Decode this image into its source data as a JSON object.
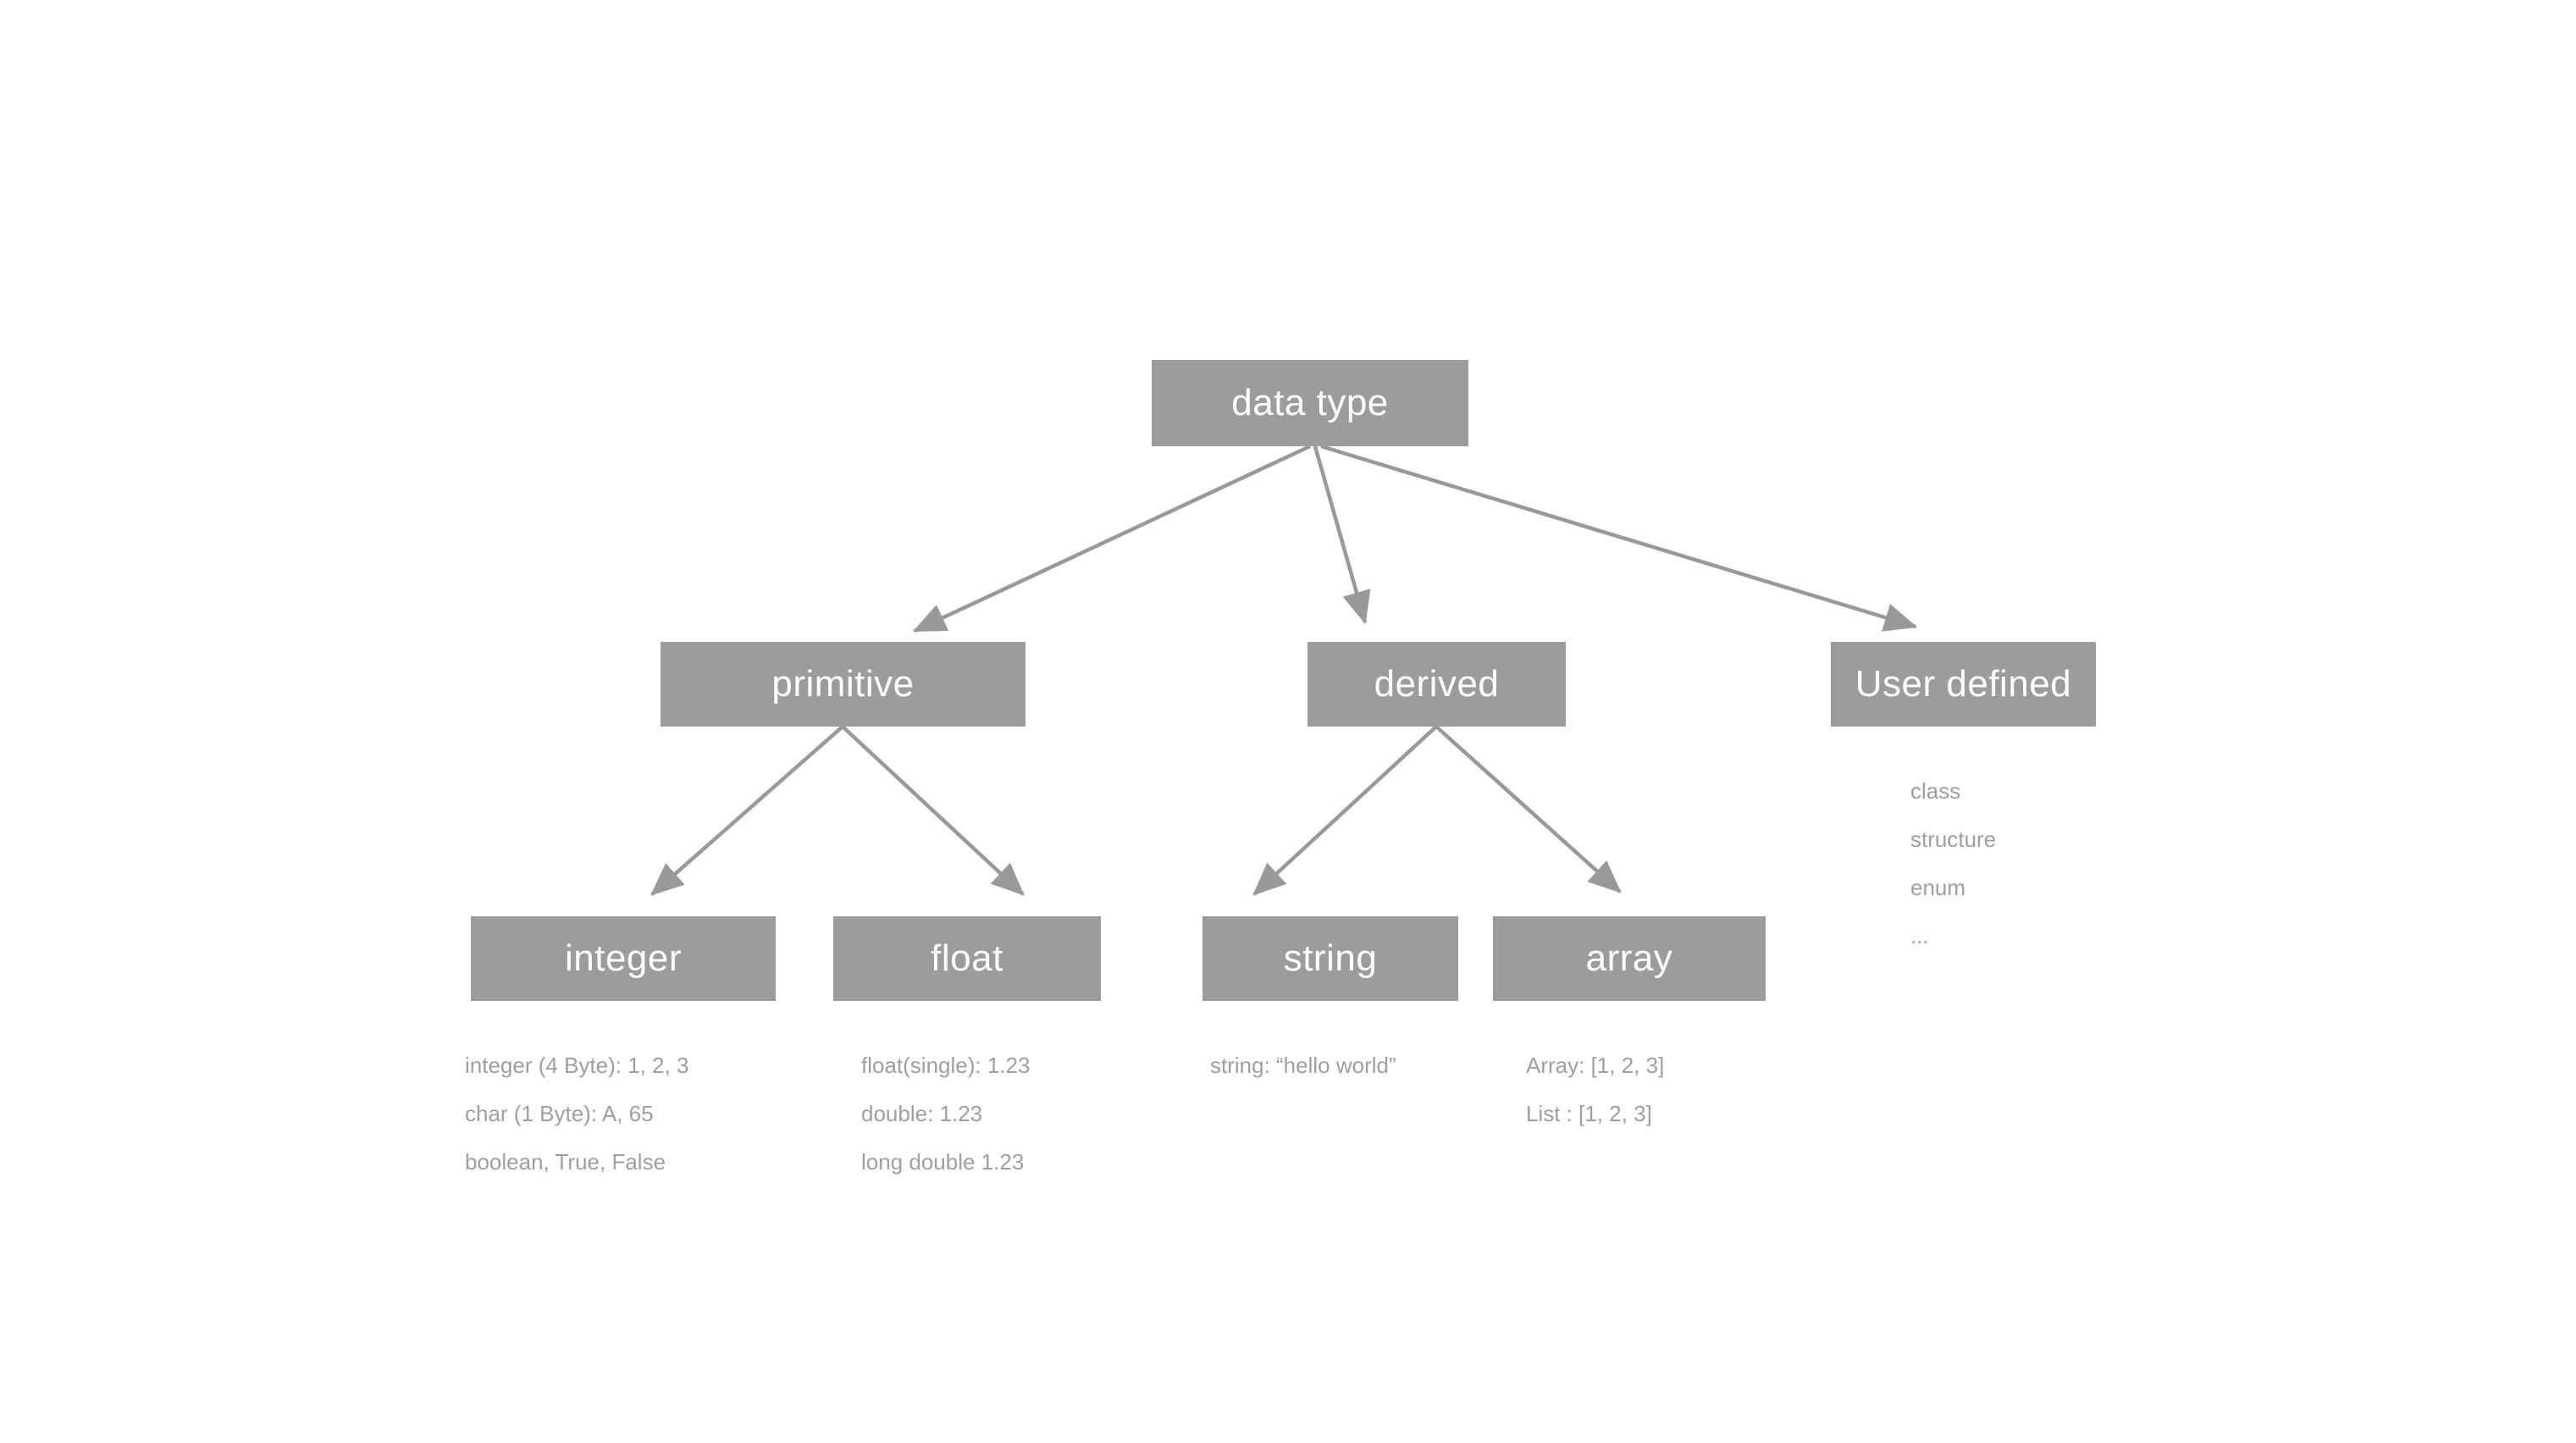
{
  "colors": {
    "node_fill": "#9c9c9c",
    "node_text": "#ffffff",
    "line": "#999999",
    "detail_text": "#9f9f9f",
    "background": "#ffffff"
  },
  "nodes": {
    "data_type": {
      "label": "data type"
    },
    "primitive": {
      "label": "primitive"
    },
    "derived": {
      "label": "derived"
    },
    "user_defined": {
      "label": "User defined"
    },
    "integer": {
      "label": "integer"
    },
    "float": {
      "label": "float"
    },
    "string": {
      "label": "string"
    },
    "array": {
      "label": "array"
    }
  },
  "details": {
    "integer": [
      "integer (4 Byte): 1, 2, 3",
      "char (1 Byte): A, 65",
      "boolean, True, False"
    ],
    "float": [
      "float(single): 1.23",
      "double: 1.23",
      "long double 1.23"
    ],
    "string": [
      "string: “hello world”"
    ],
    "array": [
      "Array: [1, 2, 3]",
      "List : [1, 2, 3]"
    ],
    "user_defined": [
      "class",
      "structure",
      "enum",
      "..."
    ]
  },
  "edges": [
    {
      "from": "data_type",
      "to": "primitive"
    },
    {
      "from": "data_type",
      "to": "derived"
    },
    {
      "from": "data_type",
      "to": "user_defined"
    },
    {
      "from": "primitive",
      "to": "integer"
    },
    {
      "from": "primitive",
      "to": "float"
    },
    {
      "from": "derived",
      "to": "string"
    },
    {
      "from": "derived",
      "to": "array"
    }
  ]
}
